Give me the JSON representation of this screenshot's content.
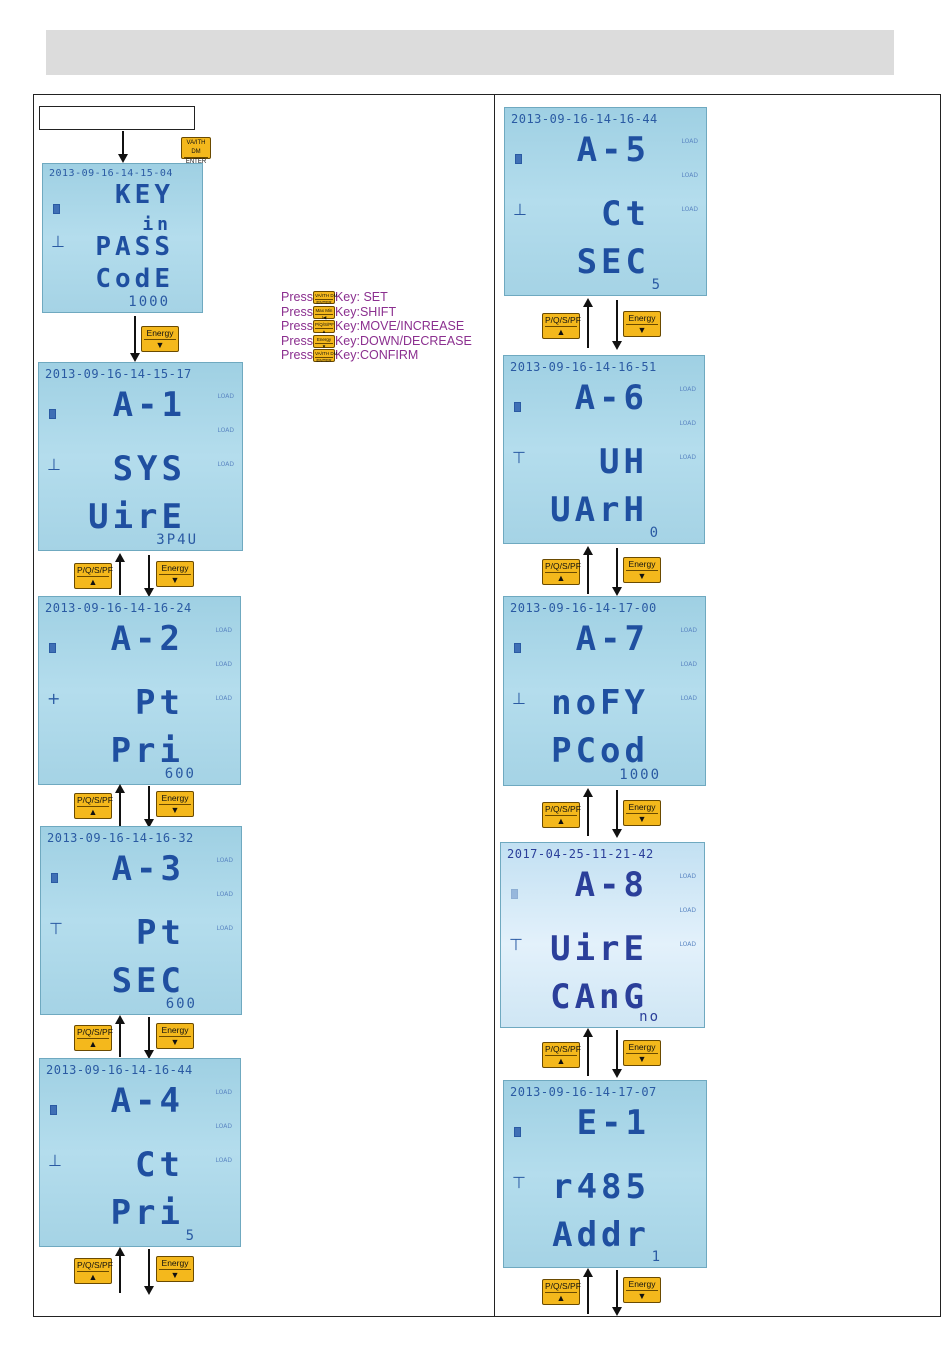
{
  "legend": [
    {
      "prefix": "Press",
      "key": "VA/ITH DM ENTER",
      "text": "Key: SET"
    },
    {
      "prefix": "Press",
      "key": "Max Min I◀",
      "text": "Key:SHIFT"
    },
    {
      "prefix": "Press",
      "key": "P/Q/S/PF ▲",
      "text": "Key:MOVE/INCREASE"
    },
    {
      "prefix": "Press",
      "key": "Energy ▼",
      "text": "Key:DOWN/DECREASE"
    },
    {
      "prefix": "Press",
      "key": "VA/ITH DM ENTER",
      "text": "Key:CONFIRM"
    }
  ],
  "keys": {
    "enter_top": "VA/ITH DM",
    "enter_bottom": "ENTER",
    "pqspf": "P/Q/S/PF",
    "energy": "Energy",
    "up_sym": "▲",
    "down_sym": "▼"
  },
  "screens": [
    {
      "date": "2013-09-16-14-15-04",
      "l1": "KEY",
      "l1b": "in",
      "l2": "PASS",
      "l3": "CodE",
      "val": "1000"
    },
    {
      "date": "2013-09-16-14-15-17",
      "l1": "A-1",
      "l2": "SYS",
      "l3": "UirE",
      "val": "3P4U"
    },
    {
      "date": "2013-09-16-14-16-24",
      "l1": "A-2",
      "l2": "Pt",
      "l3": "Pri",
      "val": "600"
    },
    {
      "date": "2013-09-16-14-16-32",
      "l1": "A-3",
      "l2": "Pt",
      "l3": "SEC",
      "val": "600"
    },
    {
      "date": "2013-09-16-14-16-44",
      "l1": "A-4",
      "l2": "Ct",
      "l3": "Pri",
      "val": "5"
    },
    {
      "date": "2013-09-16-14-16-44",
      "l1": "A-5",
      "l2": "Ct",
      "l3": "SEC",
      "val": "5"
    },
    {
      "date": "2013-09-16-14-16-51",
      "l1": "A-6",
      "l2": "UH",
      "l3": "UArH",
      "val": "0"
    },
    {
      "date": "2013-09-16-14-17-00",
      "l1": "A-7",
      "l2": "noFY",
      "l3": "PCod",
      "val": "1000"
    },
    {
      "date": "2017-04-25-11-21-42",
      "l1": "A-8",
      "l2": "UirE",
      "l3": "CAnG",
      "val": "no"
    },
    {
      "date": "2013-09-16-14-17-07",
      "l1": "E-1",
      "l2": "r485",
      "l3": "Addr",
      "val": "1"
    }
  ],
  "load_label": "LOAD"
}
